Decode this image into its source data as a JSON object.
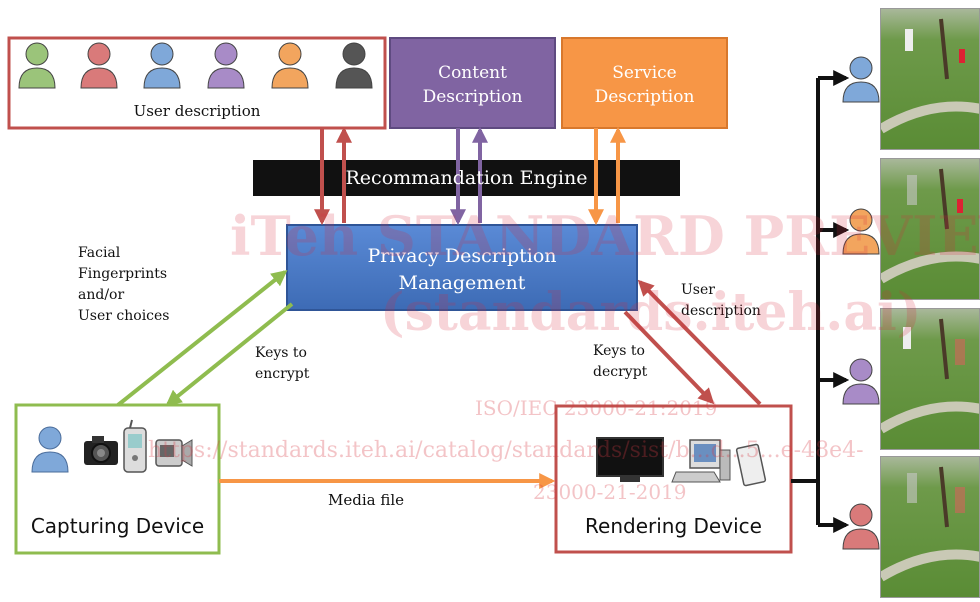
{
  "boxes": {
    "user_description": "User description",
    "content_description": "Content\nDescription",
    "service_description": "Service\nDescription",
    "recommendation_engine": "Recommandation Engine",
    "privacy_management": "Privacy Description\nManagement",
    "capturing_device": "Capturing Device",
    "rendering_device": "Rendering Device"
  },
  "edge_labels": {
    "facial": "Facial\nFingerprints\nand/or\nUser choices",
    "keys_encrypt": "Keys to\nencrypt",
    "keys_decrypt": "Keys to\ndecrypt",
    "user_description_edge": "User\ndescription",
    "media_file": "Media file"
  },
  "watermark": {
    "line1": "iTeh STANDARD PREVIEW",
    "line2": "(standards.iteh.ai)",
    "line3": "ISO/IEC 23000-21:2019",
    "line4": "https://standards.iteh.ai/catalog/standards/sist/b...d...5...e-48e4-",
    "line5": "23000-21-2019"
  },
  "colors": {
    "red": "#c0504d",
    "purple": "#8064a2",
    "orange": "#f79646",
    "green": "#8fbc4f",
    "blue": "#4a7bc8",
    "black": "#111111"
  },
  "user_icon_colors": [
    "#9bc47a",
    "#d97a7a",
    "#7fa8d9",
    "#a88bc7",
    "#f2a55e",
    "#555555"
  ],
  "viewer_icon_colors": [
    "#7fa8d9",
    "#f2a55e",
    "#a88bc7",
    "#d97a7a"
  ]
}
